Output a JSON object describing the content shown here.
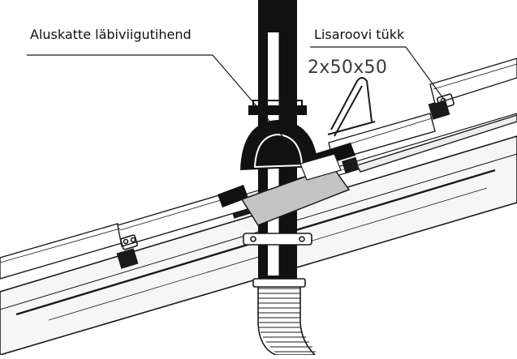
{
  "labels": {
    "underlay_seal": "Aluskatte läbiviigutihend",
    "extra_batten": "Lisaroovi tükk",
    "batten_size": "2x50x50"
  },
  "colors": {
    "line": "#1a1a1a",
    "pipe_black": "#111111",
    "flashing_gray": "#c4c4c4",
    "tile_fill": "#f4f4f4",
    "background": "#ffffff"
  },
  "icons": [
    "corrugated-hose",
    "pipe-clamp",
    "batten-block"
  ]
}
